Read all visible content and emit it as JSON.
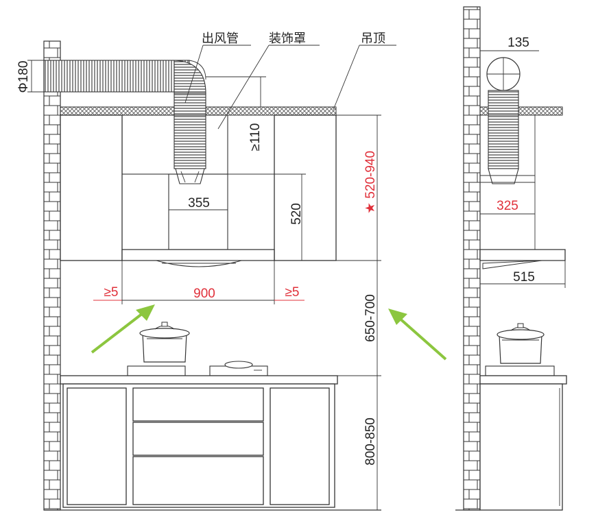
{
  "labels": {
    "duct": "出风管",
    "decor_cover": "装饰罩",
    "ceiling": "吊顶"
  },
  "dimensions": {
    "duct_diameter": "Φ180",
    "cover_clearance": "≥110",
    "duct_width": "355",
    "chimney_height": "520",
    "mount_range": "★ 520-940",
    "hood_width": "900",
    "side_gap_left": "≥5",
    "side_gap_right": "≥5",
    "hood_to_stove": "650-700",
    "counter_height": "800-850",
    "side_duct_offset": "135",
    "side_chimney_depth": "325",
    "side_hood_depth": "515"
  },
  "colors": {
    "line": "#333333",
    "highlight": "#e0303a",
    "arrow": "#8cc63f"
  }
}
